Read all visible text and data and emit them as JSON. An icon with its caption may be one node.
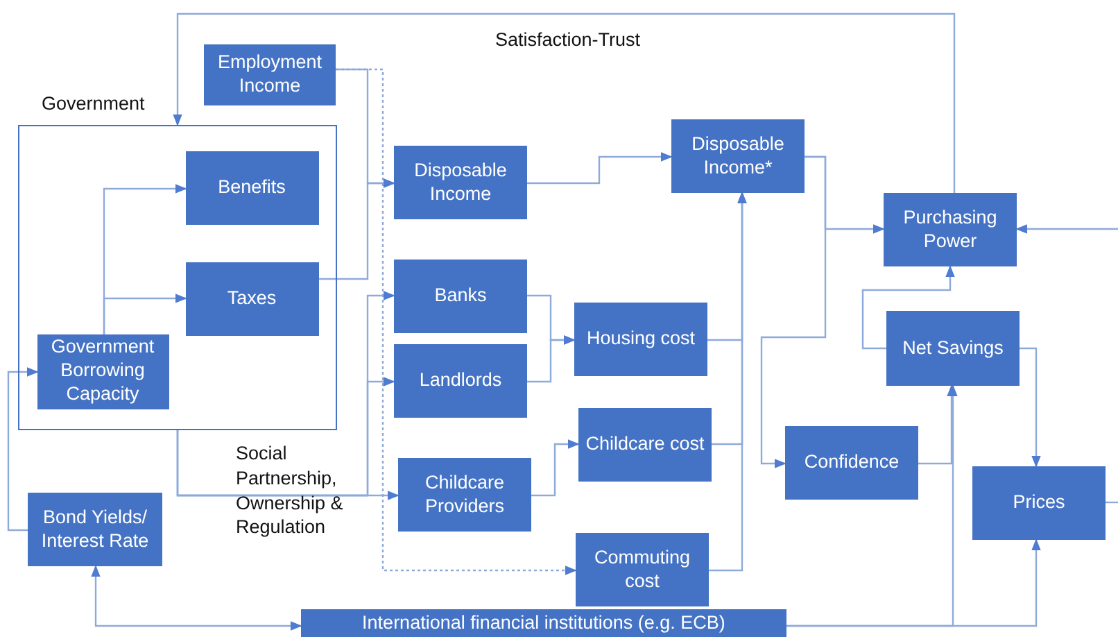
{
  "diagram": {
    "nodes": [
      {
        "text": [
          "Government"
        ]
      },
      {
        "text": [
          "Employment Income"
        ]
      },
      {
        "text": [
          "Benefits"
        ],
        "in": 0
      },
      {
        "text": [
          "Taxes"
        ],
        "in": 0
      },
      {
        "text": [
          "Government Borrowing Capacity"
        ],
        "in": 0
      },
      {
        "text": [
          "Disposable Income"
        ]
      },
      {
        "text": [
          "Banks"
        ]
      },
      {
        "text": [
          "Landlords"
        ]
      },
      {
        "text": [
          "Housing cost"
        ]
      },
      {
        "text": [
          "Disposable Income*"
        ]
      },
      {
        "text": [
          "Purchasing Power"
        ]
      },
      {
        "text": [
          "Net Savings"
        ]
      },
      {
        "text": [
          "Confidence"
        ]
      },
      {
        "text": [
          "Childcare cost"
        ]
      },
      {
        "text": [
          "Childcare Providers"
        ]
      },
      {
        "text": [
          "Prices"
        ]
      },
      {
        "text": [
          "Bond Yields/ Interest Rate"
        ]
      },
      {
        "text": [
          "Commuting cost"
        ]
      },
      {
        "text": [
          "International financial institutions (e.g. ECB)"
        ]
      }
    ],
    "edges": [
      {
        "from": 1,
        "to": 5,
        "arrow": "to"
      },
      {
        "from": 1,
        "to": 17,
        "arrow": "to",
        "style": "dashed"
      },
      {
        "from": 3,
        "to": 5,
        "arrow": "to"
      },
      {
        "from": 4,
        "to": 2,
        "arrow": "to"
      },
      {
        "from": 4,
        "to": 3,
        "arrow": "to"
      },
      {
        "from": 0,
        "to": 6,
        "arrow": "to"
      },
      {
        "from": 0,
        "to": 7,
        "arrow": "to"
      },
      {
        "from": 0,
        "to": 14,
        "arrow": "to"
      },
      {
        "from": 6,
        "to": 8,
        "arrow": "to"
      },
      {
        "from": 7,
        "to": 8,
        "arrow": "to"
      },
      {
        "from": 14,
        "to": 13,
        "arrow": "to"
      },
      {
        "from": 8,
        "to": 9,
        "arrow": "to"
      },
      {
        "from": 13,
        "to": 9,
        "arrow": "to"
      },
      {
        "from": 17,
        "to": 9,
        "arrow": "to"
      },
      {
        "from": 5,
        "to": 9,
        "arrow": "to"
      },
      {
        "from": 9,
        "to": 10,
        "arrow": "to"
      },
      {
        "from": 9,
        "to": 12,
        "arrow": "to"
      },
      {
        "from": 11,
        "to": 10,
        "arrow": "to"
      },
      {
        "from": 12,
        "to": 11,
        "arrow": "to"
      },
      {
        "from": 11,
        "to": 15,
        "arrow": "to"
      },
      {
        "from": 15,
        "to": null,
        "arrow": "none"
      },
      {
        "from": null,
        "to": 10,
        "arrow": "to"
      },
      {
        "from": 10,
        "to": 0,
        "arrow": "to"
      },
      {
        "from": 16,
        "to": 4,
        "arrow": "to"
      },
      {
        "from": 16,
        "to": 18,
        "arrow": "both"
      },
      {
        "from": 18,
        "to": 11,
        "arrow": "to"
      },
      {
        "from": 18,
        "to": 15,
        "arrow": "to"
      }
    ],
    "labels": [
      "Satisfaction-Trust",
      "Social Partnership, Ownership & Regulation"
    ]
  }
}
